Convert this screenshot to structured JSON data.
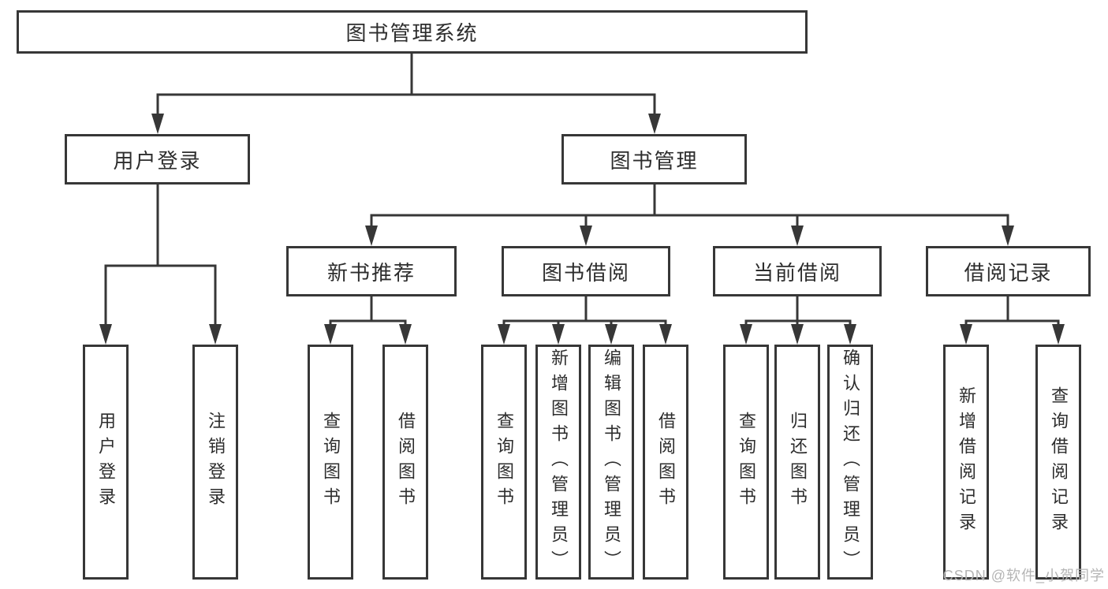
{
  "tree": {
    "root": "图书管理系统",
    "login": {
      "label": "用户登录",
      "children": [
        "用户登录",
        "注销登录"
      ]
    },
    "manage": {
      "label": "图书管理",
      "sections": [
        {
          "label": "新书推荐",
          "children": [
            "查询图书",
            "借阅图书"
          ]
        },
        {
          "label": "图书借阅",
          "children": [
            "查询图书",
            "新增图书（管理员）",
            "编辑图书（管理员）",
            "借阅图书"
          ]
        },
        {
          "label": "当前借阅",
          "children": [
            "查询图书",
            "归还图书",
            "确认归还（管理员）"
          ]
        },
        {
          "label": "借阅记录",
          "children": [
            "新增借阅记录",
            "查询借阅记录"
          ]
        }
      ]
    }
  },
  "watermark": "CSDN @软件_小贺同学",
  "colors": {
    "line": "#373737",
    "box_background": "#ffffff",
    "text": "#2d2d2d",
    "watermark": "#b5b5b5"
  }
}
